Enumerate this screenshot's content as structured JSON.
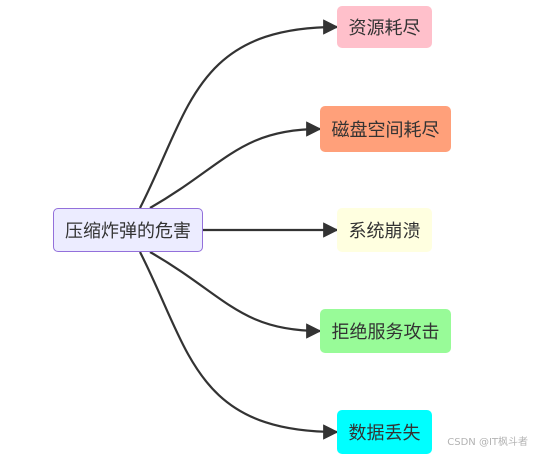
{
  "root": {
    "label": "压缩炸弹的危害"
  },
  "children": [
    {
      "label": "资源耗尽",
      "color": "#ffc0cb"
    },
    {
      "label": "磁盘空间耗尽",
      "color": "#ffa07a"
    },
    {
      "label": "系统崩溃",
      "color": "#ffffe0"
    },
    {
      "label": "拒绝服务攻击",
      "color": "#98fb98"
    },
    {
      "label": "数据丢失",
      "color": "#00ffff"
    }
  ],
  "edge_color": "#333333",
  "watermark": "CSDN @IT枫斗者"
}
